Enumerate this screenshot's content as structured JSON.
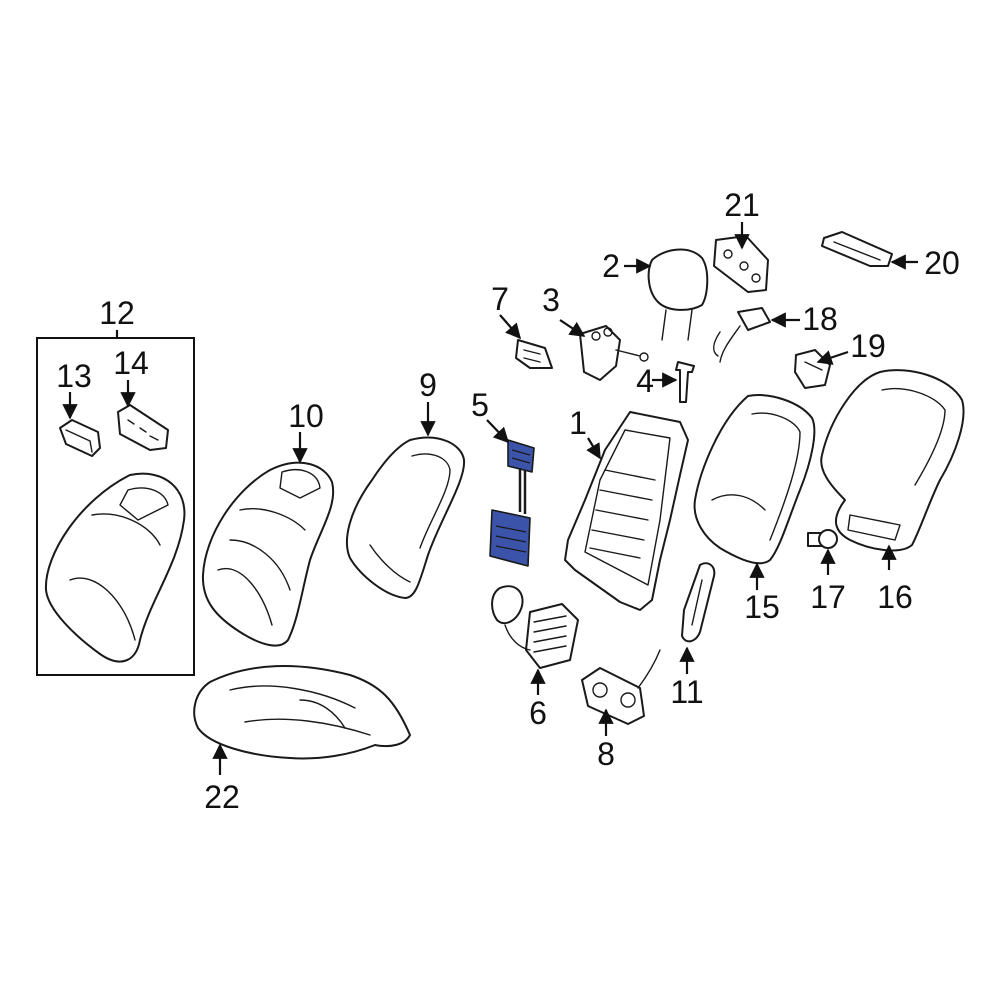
{
  "diagram": {
    "type": "exploded-parts-diagram",
    "highlight_color": "#3b53a8",
    "line_color": "#1a1a1a",
    "highlighted_part": "5",
    "group_box": {
      "label": "12",
      "contains": [
        "13",
        "14"
      ]
    },
    "callouts": [
      {
        "id": "c1",
        "label": "1"
      },
      {
        "id": "c2",
        "label": "2"
      },
      {
        "id": "c3",
        "label": "3"
      },
      {
        "id": "c4",
        "label": "4"
      },
      {
        "id": "c5",
        "label": "5"
      },
      {
        "id": "c6",
        "label": "6"
      },
      {
        "id": "c7",
        "label": "7"
      },
      {
        "id": "c8",
        "label": "8"
      },
      {
        "id": "c9",
        "label": "9"
      },
      {
        "id": "c10",
        "label": "10"
      },
      {
        "id": "c11",
        "label": "11"
      },
      {
        "id": "c12",
        "label": "12"
      },
      {
        "id": "c13",
        "label": "13"
      },
      {
        "id": "c14",
        "label": "14"
      },
      {
        "id": "c15",
        "label": "15"
      },
      {
        "id": "c16",
        "label": "16"
      },
      {
        "id": "c17",
        "label": "17"
      },
      {
        "id": "c18",
        "label": "18"
      },
      {
        "id": "c19",
        "label": "19"
      },
      {
        "id": "c20",
        "label": "20"
      },
      {
        "id": "c21",
        "label": "21"
      },
      {
        "id": "c22",
        "label": "22"
      }
    ]
  }
}
